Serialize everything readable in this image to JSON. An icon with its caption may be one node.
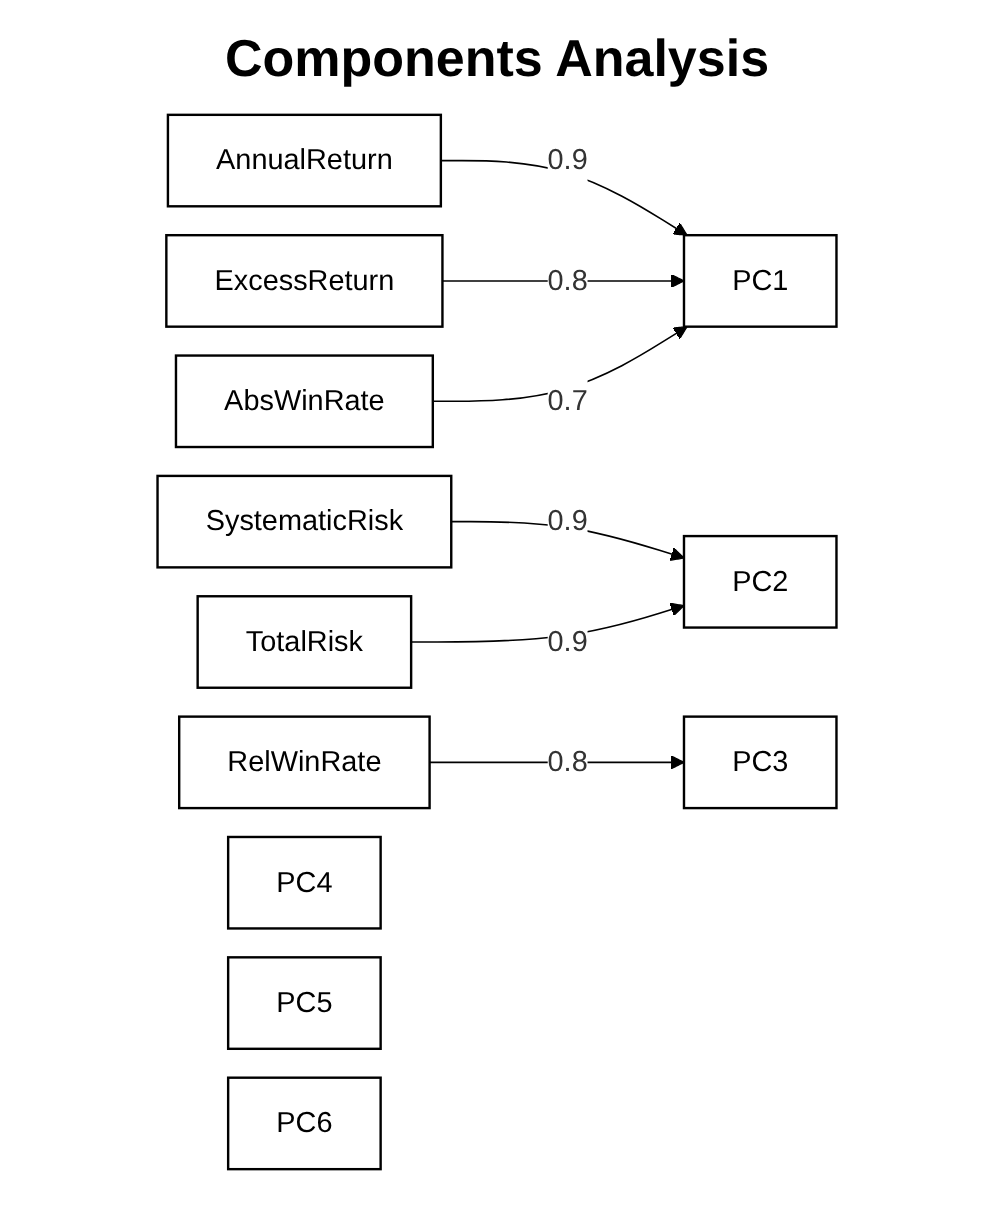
{
  "diagram": {
    "title": "Components Analysis",
    "nodes": [
      {
        "text": [
          "AnnualReturn"
        ]
      },
      {
        "text": [
          "ExcessReturn"
        ]
      },
      {
        "text": [
          "AbsWinRate"
        ]
      },
      {
        "text": [
          "SystematicRisk"
        ]
      },
      {
        "text": [
          "TotalRisk"
        ]
      },
      {
        "text": [
          "RelWinRate"
        ]
      },
      {
        "text": [
          "PC1"
        ]
      },
      {
        "text": [
          "PC2"
        ]
      },
      {
        "text": [
          "PC3"
        ]
      },
      {
        "text": [
          "PC4"
        ]
      },
      {
        "text": [
          "PC5"
        ]
      },
      {
        "text": [
          "PC6"
        ]
      }
    ],
    "edges": [
      {
        "from": 0,
        "to": 6,
        "arrow": "to",
        "label": "0.9"
      },
      {
        "from": 1,
        "to": 6,
        "arrow": "to",
        "label": "0.8"
      },
      {
        "from": 2,
        "to": 6,
        "arrow": "to",
        "label": "0.7"
      },
      {
        "from": 3,
        "to": 7,
        "arrow": "to",
        "label": "0.9"
      },
      {
        "from": 4,
        "to": 7,
        "arrow": "to",
        "label": "0.9"
      },
      {
        "from": 5,
        "to": 8,
        "arrow": "to",
        "label": "0.8"
      }
    ]
  }
}
